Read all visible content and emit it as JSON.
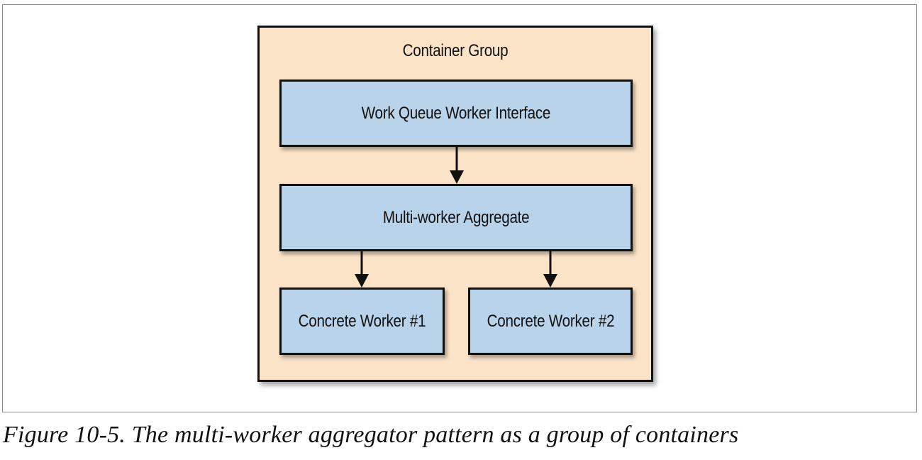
{
  "diagram": {
    "group_title": "Container Group",
    "nodes": {
      "interface": "Work Queue Worker Interface",
      "aggregate": "Multi-worker Aggregate",
      "worker1": "Concrete Worker #1",
      "worker2": "Concrete Worker #2"
    },
    "edges": [
      {
        "from": "Work Queue Worker Interface",
        "to": "Multi-worker Aggregate"
      },
      {
        "from": "Multi-worker Aggregate",
        "to": "Concrete Worker #1"
      },
      {
        "from": "Multi-worker Aggregate",
        "to": "Concrete Worker #2"
      }
    ],
    "colors": {
      "group_fill": "#fbe3c8",
      "box_fill": "#b9d4ea",
      "stroke": "#111111"
    }
  },
  "caption": "Figure 10-5. The multi-worker aggregator pattern as a group of containers"
}
